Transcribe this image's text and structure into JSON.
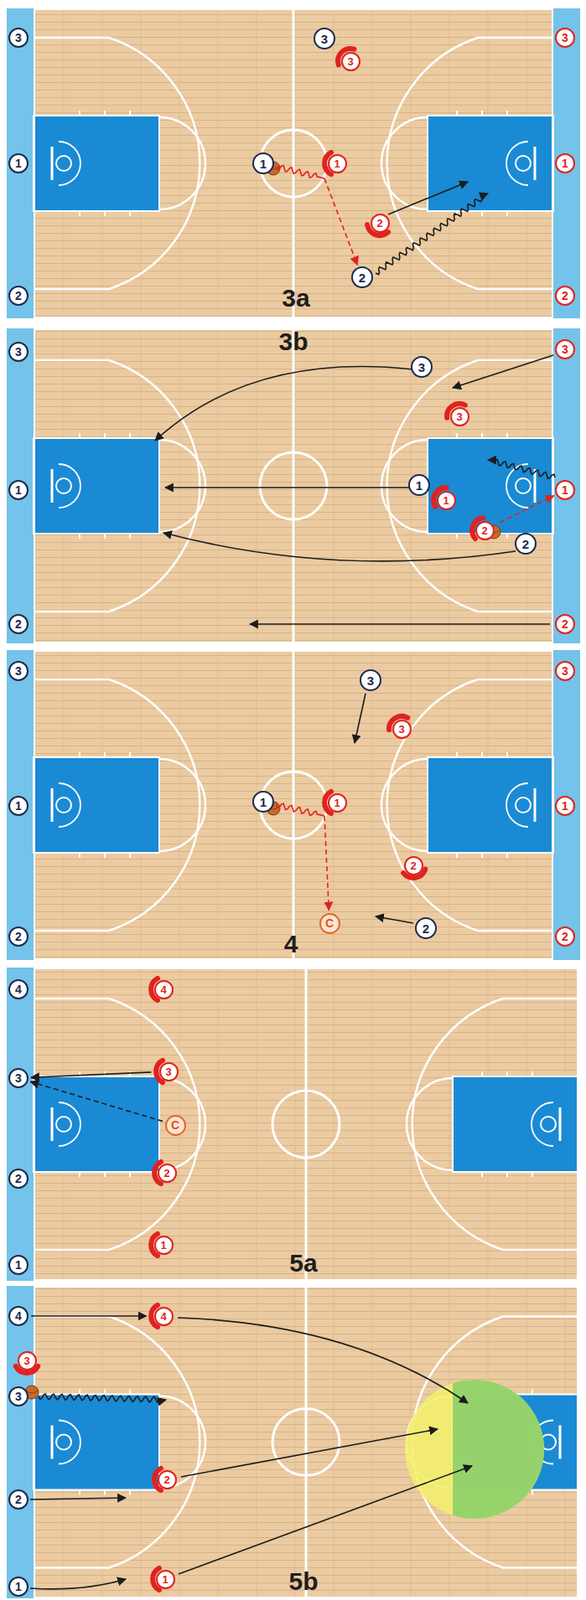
{
  "diagram": {
    "nodes": [
      {
        "text": [
          "3"
        ]
      },
      {
        "text": [
          "1"
        ]
      },
      {
        "text": [
          "2"
        ]
      },
      {
        "text": [
          "3"
        ]
      },
      {
        "text": [
          "1"
        ]
      },
      {
        "text": [
          "2"
        ]
      },
      {
        "text": [
          "3"
        ]
      },
      {
        "text": [
          "3"
        ]
      },
      {
        "text": [
          "1"
        ]
      },
      {
        "text": [
          "1"
        ]
      },
      {
        "text": [
          "2"
        ]
      },
      {
        "text": [
          "2"
        ]
      },
      {
        "text": [
          "3"
        ]
      },
      {
        "text": [
          "1"
        ]
      },
      {
        "text": [
          "2"
        ]
      },
      {
        "text": [
          "3"
        ]
      },
      {
        "text": [
          "1"
        ]
      },
      {
        "text": [
          "2"
        ]
      },
      {
        "text": [
          "3"
        ]
      },
      {
        "text": [
          "3"
        ]
      },
      {
        "text": [
          "1"
        ]
      },
      {
        "text": [
          "1"
        ]
      },
      {
        "text": [
          "2"
        ]
      },
      {
        "text": [
          "2"
        ]
      },
      {
        "text": [
          "3"
        ]
      },
      {
        "text": [
          "1"
        ]
      },
      {
        "text": [
          "2"
        ]
      },
      {
        "text": [
          "3"
        ]
      },
      {
        "text": [
          "1"
        ]
      },
      {
        "text": [
          "2"
        ]
      },
      {
        "text": [
          "3"
        ]
      },
      {
        "text": [
          "3"
        ]
      },
      {
        "text": [
          "1"
        ]
      },
      {
        "text": [
          "1"
        ]
      },
      {
        "text": [
          "2"
        ]
      },
      {
        "text": [
          "C"
        ]
      },
      {
        "text": [
          "2"
        ]
      },
      {
        "text": [
          "4"
        ]
      },
      {
        "text": [
          "4"
        ]
      },
      {
        "text": [
          "3"
        ]
      },
      {
        "text": [
          "3"
        ]
      },
      {
        "text": [
          "C"
        ]
      },
      {
        "text": [
          "2"
        ]
      },
      {
        "text": [
          "2"
        ]
      },
      {
        "text": [
          "1"
        ]
      },
      {
        "text": [
          "1"
        ]
      },
      {
        "text": [
          "4"
        ]
      },
      {
        "text": [
          "4"
        ]
      },
      {
        "text": [
          "3"
        ]
      },
      {
        "text": [
          "3"
        ]
      },
      {
        "text": [
          "2"
        ]
      },
      {
        "text": [
          "2"
        ]
      },
      {
        "text": [
          "1"
        ]
      },
      {
        "text": [
          "1"
        ]
      }
    ],
    "edges": [
      {
        "from": 8,
        "to": 11,
        "arrow": "to"
      },
      {
        "from": 22,
        "to": 16,
        "arrow": "to"
      },
      {
        "from": 32,
        "to": 35,
        "arrow": "to"
      },
      {
        "from": 40,
        "to": 39,
        "arrow": "to"
      },
      {
        "from": 41,
        "to": 39,
        "arrow": "to"
      },
      {
        "from": 46,
        "to": 47,
        "arrow": "to"
      }
    ],
    "labels": [
      "3a",
      "3b",
      "4",
      "5a",
      "5b"
    ]
  }
}
